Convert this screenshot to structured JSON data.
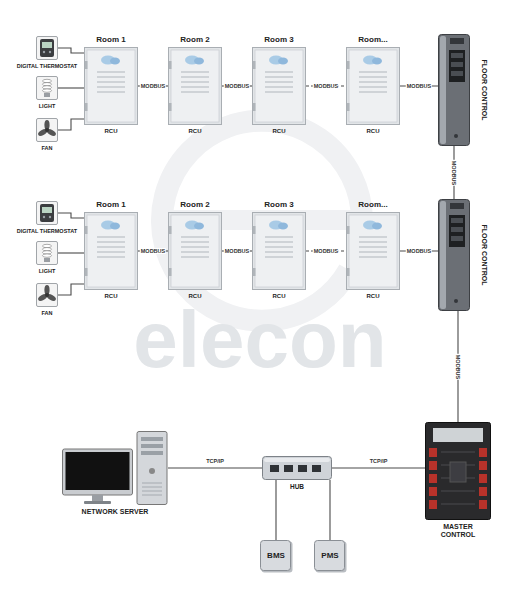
{
  "diagram": {
    "nodes": [
      {
        "text": [
          "DIGITAL THERMOSTAT"
        ]
      },
      {
        "text": [
          "LIGHT"
        ]
      },
      {
        "text": [
          "FAN"
        ]
      },
      {
        "text": [
          "Room 1",
          "RCU"
        ]
      },
      {
        "text": [
          "Room 2",
          "RCU"
        ]
      },
      {
        "text": [
          "Room 3",
          "RCU"
        ]
      },
      {
        "text": [
          "Room...",
          "RCU"
        ]
      },
      {
        "text": [
          "FLOOR CONTROL"
        ]
      },
      {
        "text": [
          "DIGITAL THERMOSTAT"
        ]
      },
      {
        "text": [
          "LIGHT"
        ]
      },
      {
        "text": [
          "FAN"
        ]
      },
      {
        "text": [
          "Room 1",
          "RCU"
        ]
      },
      {
        "text": [
          "Room 2",
          "RCU"
        ]
      },
      {
        "text": [
          "Room 3",
          "RCU"
        ]
      },
      {
        "text": [
          "Room...",
          "RCU"
        ]
      },
      {
        "text": [
          "FLOOR CONTROL"
        ]
      },
      {
        "text": [
          "NETWORK SERVER"
        ]
      },
      {
        "text": [
          "HUB"
        ]
      },
      {
        "text": [
          "MASTER CONTROL"
        ]
      },
      {
        "text": [
          "BMS"
        ]
      },
      {
        "text": [
          "PMS"
        ]
      }
    ],
    "edges": [
      {
        "from": 0,
        "to": 3,
        "arrow": "none"
      },
      {
        "from": 1,
        "to": 3,
        "arrow": "none"
      },
      {
        "from": 2,
        "to": 3,
        "arrow": "none"
      },
      {
        "from": 3,
        "to": 4,
        "label": "MODBUS",
        "arrow": "none"
      },
      {
        "from": 4,
        "to": 5,
        "label": "MODBUS",
        "arrow": "none"
      },
      {
        "from": 5,
        "to": 6,
        "label": "MODBUS",
        "arrow": "none"
      },
      {
        "from": 6,
        "to": 7,
        "label": "MODBUS",
        "arrow": "none"
      },
      {
        "from": 8,
        "to": 11,
        "arrow": "none"
      },
      {
        "from": 9,
        "to": 11,
        "arrow": "none"
      },
      {
        "from": 10,
        "to": 11,
        "arrow": "none"
      },
      {
        "from": 11,
        "to": 12,
        "label": "MODBUS",
        "arrow": "none"
      },
      {
        "from": 12,
        "to": 13,
        "label": "MODBUS",
        "arrow": "none"
      },
      {
        "from": 13,
        "to": 14,
        "label": "MODBUS",
        "arrow": "none"
      },
      {
        "from": 14,
        "to": 15,
        "label": "MODBUS",
        "arrow": "none"
      },
      {
        "from": 7,
        "to": 15,
        "label": "MODBUS",
        "arrow": "none"
      },
      {
        "from": 15,
        "to": 18,
        "label": "MODBUS",
        "arrow": "none"
      },
      {
        "from": 16,
        "to": 17,
        "label": "TCP/IP",
        "arrow": "none"
      },
      {
        "from": 17,
        "to": 18,
        "label": "TCP/IP",
        "arrow": "none"
      },
      {
        "from": 17,
        "to": 19,
        "arrow": "none"
      },
      {
        "from": 17,
        "to": 20,
        "arrow": "none"
      }
    ],
    "labels": [
      "elecon"
    ]
  }
}
